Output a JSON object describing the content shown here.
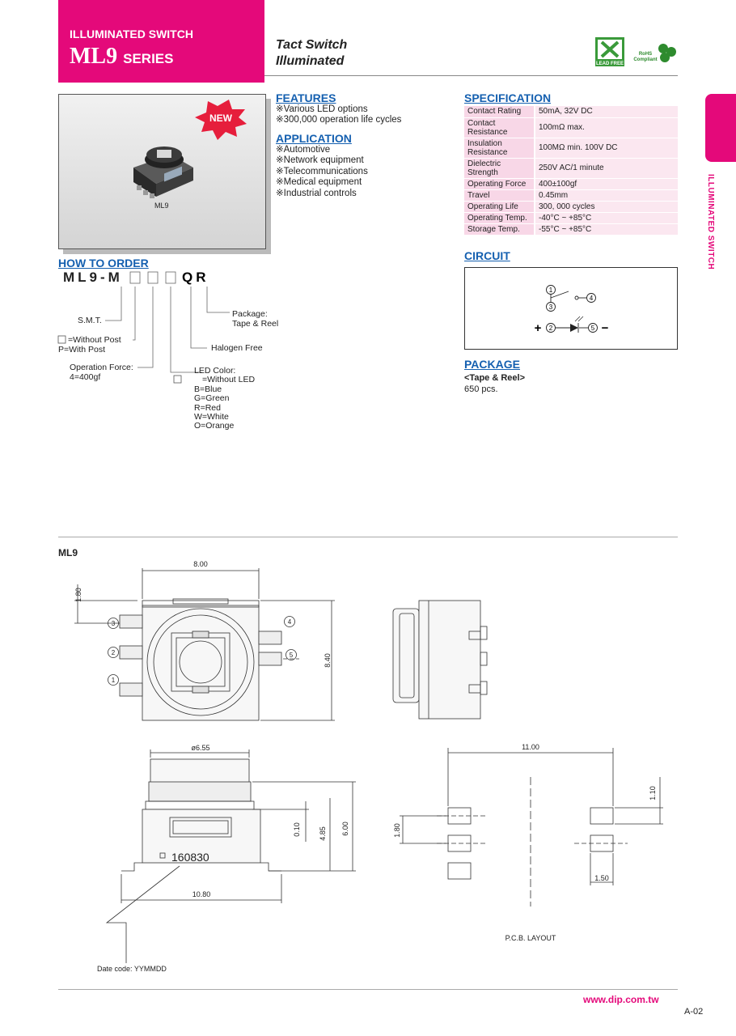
{
  "header": {
    "category": "ILLUMINATED SWITCH",
    "series_code": "ML9",
    "series_word": "SERIES",
    "type_line1": "Tact Switch",
    "type_line2": "Illuminated",
    "badge_lead_free": "LEAD FREE",
    "badge_rohs_1": "RoHS",
    "badge_rohs_2": "Compliant",
    "new_badge": "NEW"
  },
  "side_tab": {
    "label": "ILLUMINATED SWITCH"
  },
  "photo": {
    "caption": "ML9"
  },
  "features": {
    "title": "FEATURES",
    "items": [
      "※Various LED options",
      "※300,000 operation life cycles"
    ]
  },
  "application": {
    "title": "APPLICATION",
    "items": [
      "※Automotive",
      "※Network equipment",
      "※Telecommunications",
      "※Medical equipment",
      "※Industrial controls"
    ]
  },
  "specification": {
    "title": "SPECIFICATION",
    "rows": [
      {
        "k": "Contact Rating",
        "v": "50mA, 32V DC"
      },
      {
        "k": "Contact Resistance",
        "v": "100mΩ max."
      },
      {
        "k": "Insulation Resistance",
        "v": "100MΩ min. 100V DC"
      },
      {
        "k": "Dielectric Strength",
        "v": "250V AC/1 minute"
      },
      {
        "k": "Operating Force",
        "v": "400±100gf"
      },
      {
        "k": "Travel",
        "v": "0.45mm"
      },
      {
        "k": "Operating Life",
        "v": "300, 000 cycles"
      },
      {
        "k": "Operating Temp.",
        "v": "-40°C ~ +85°C"
      },
      {
        "k": "Storage Temp.",
        "v": "-55°C ~ +85°C"
      }
    ]
  },
  "circuit": {
    "title": "CIRCUIT",
    "pins": [
      "1",
      "3",
      "4",
      "2",
      "5"
    ],
    "plus": "+",
    "minus": "−"
  },
  "package": {
    "title": "PACKAGE",
    "type": "<Tape & Reel>",
    "qty": "650 pcs."
  },
  "how_to_order": {
    "title": "HOW TO ORDER",
    "code_prefix": "ML9-M",
    "code_suffix": "QR",
    "smt": "S.M.T.",
    "post_1": "=Without Post",
    "post_2": "P=With Post",
    "force_1": "Operation Force:",
    "force_2": "4=400gf",
    "package_1": "Package:",
    "package_2": "Tape & Reel",
    "halogen": "Halogen Free",
    "led_title": "LED Color:",
    "led_items": [
      "=Without LED",
      "B=Blue",
      "G=Green",
      "R=Red",
      "W=White",
      "O=Orange"
    ]
  },
  "drawing": {
    "label": "ML9",
    "dim_top_width": "8.00",
    "dim_left_top": "1.80",
    "dim_height": "8.40",
    "pins": [
      "3",
      "2",
      "1",
      "4",
      "5"
    ],
    "dim_diameter": "ø6.55",
    "dim_010": "0.10",
    "dim_485": "4.85",
    "dim_600": "6.00",
    "dim_bottom_width": "10.80",
    "date_stamp": "160830",
    "date_code": "Date code: YYMMDD",
    "pcb_width": "11.00",
    "pcb_110": "1.10",
    "pcb_180": "1.80",
    "pcb_150": "1.50",
    "pcb_label": "P.C.B. LAYOUT"
  },
  "footer": {
    "url": "www.dip.com.tw",
    "page": "A-02"
  }
}
